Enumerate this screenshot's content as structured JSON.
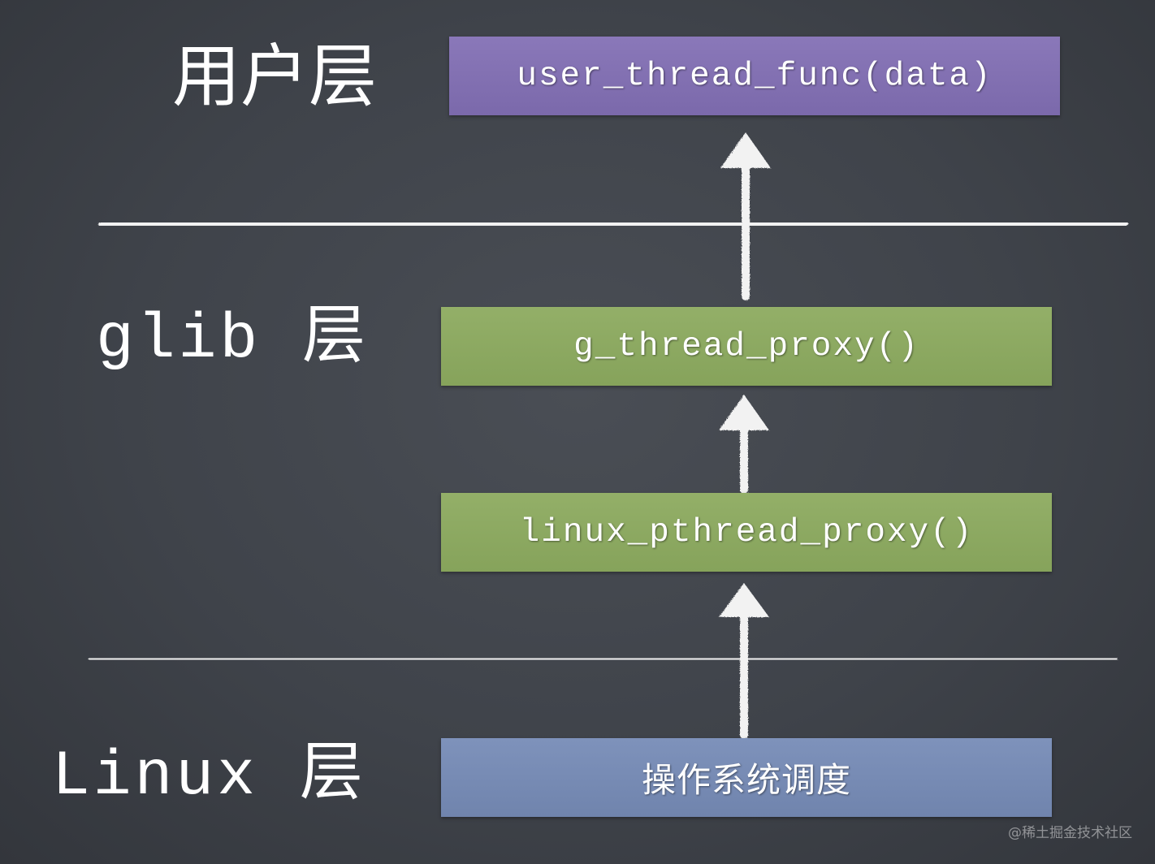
{
  "labels": {
    "user_layer": "用户层",
    "glib_layer": "glib 层",
    "linux_layer": "Linux 层"
  },
  "boxes": {
    "user_thread_func": "user_thread_func(data)",
    "g_thread_proxy": "g_thread_proxy()",
    "linux_pthread_proxy": "linux_pthread_proxy()",
    "os_scheduler": "操作系统调度"
  },
  "watermark": "@稀土掘金技术社区",
  "colors": {
    "background": "#3f434a",
    "user_box": "#7b69ab",
    "glib_box": "#86a35b",
    "linux_box": "#7084ad",
    "chalk": "#ffffff"
  }
}
